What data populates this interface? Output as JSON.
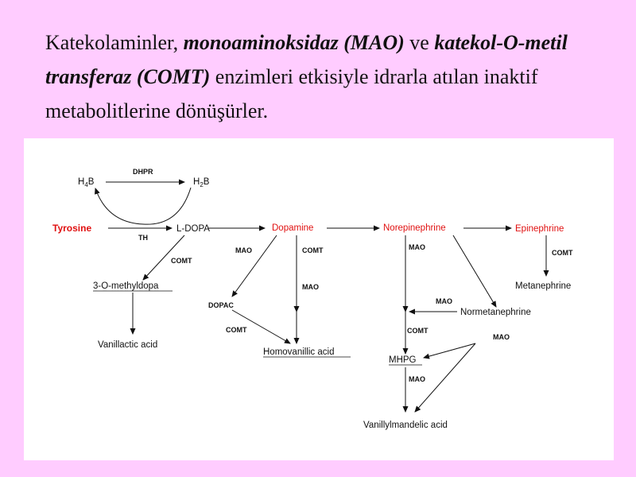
{
  "caption": {
    "p1": "Katekolaminler, ",
    "b1": "monoaminoksidaz (MAO)",
    "p2": " ve ",
    "b2": "katekol-O-metil transferaz (COMT)",
    "p3": " enzimleri etkisiyle idrarla atılan inaktif metabolitlerine dönüşürler."
  },
  "diagram": {
    "h4b": {
      "main": "H",
      "sub": "4",
      "end": "B"
    },
    "h2b": {
      "main": "H",
      "sub": "2",
      "end": "B"
    },
    "dhpr": "DHPR",
    "th": "TH",
    "tyrosine": "Tyrosine",
    "ldopa": "L-DOPA",
    "dopamine": "Dopamine",
    "norepinephrine": "Norepinephrine",
    "epinephrine": "Epinephrine",
    "omethyldopa": "3-O-methyldopa",
    "vanillactic": "Vanillactic acid",
    "dopac": "DOPAC",
    "homovanillic": "Homovanillic acid",
    "metanephrine": "Metanephrine",
    "normetanephrine": "Normetanephrine",
    "mhpg": "MHPG",
    "vma": "Vanillylmandelic acid",
    "mao": "MAO",
    "comt": "COMT"
  }
}
